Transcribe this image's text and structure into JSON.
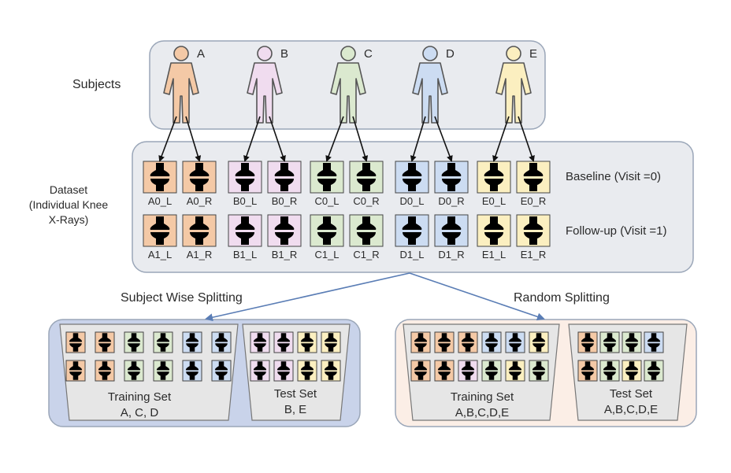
{
  "colors": {
    "A": "#f4c9a6",
    "B": "#f0dcef",
    "C": "#dbe9cf",
    "D": "#ccdcf2",
    "E": "#fbefc0",
    "panel_fill": "#e9ebef",
    "panel_stroke": "#9aa6b8",
    "subject_split_bg": "#c9d3ea",
    "random_split_bg": "#fbeee6",
    "arrow": "#5a7db5",
    "bone": "#000000"
  },
  "labels": {
    "subjects": "Subjects",
    "dataset": "Dataset\n(Individual Knee\nX-Rays)",
    "baseline": "Baseline (Visit =0)",
    "followup": "Follow-up (Visit =1)",
    "subject_split": "Subject Wise Splitting",
    "random_split": "Random Splitting",
    "sw_train": "Training Set",
    "sw_train_sub": "A, C, D",
    "sw_test": "Test Set",
    "sw_test_sub": "B, E",
    "rs_train": "Training Set",
    "rs_train_sub": "A,B,C,D,E",
    "rs_test": "Test Set",
    "rs_test_sub": "A,B,C,D,E"
  },
  "subjects": [
    "A",
    "B",
    "C",
    "D",
    "E"
  ],
  "baseline_images": [
    "A0_L",
    "A0_R",
    "B0_L",
    "B0_R",
    "C0_L",
    "C0_R",
    "D0_L",
    "D0_R",
    "E0_L",
    "E0_R"
  ],
  "followup_images": [
    "A1_L",
    "A1_R",
    "B1_L",
    "B1_R",
    "C1_L",
    "C1_R",
    "D1_L",
    "D1_R",
    "E1_L",
    "E1_R"
  ],
  "subject_split_train_rows": [
    [
      "A",
      "A",
      "C",
      "C",
      "D",
      "D"
    ],
    [
      "A",
      "A",
      "C",
      "C",
      "D",
      "D"
    ]
  ],
  "subject_split_test_rows": [
    [
      "B",
      "B",
      "E",
      "E"
    ],
    [
      "B",
      "B",
      "E",
      "E"
    ]
  ],
  "random_split_train_rows": [
    [
      "A",
      "A",
      "A",
      "D",
      "D",
      "E"
    ],
    [
      "A",
      "A",
      "B",
      "C",
      "E",
      "C"
    ]
  ],
  "random_split_test_rows": [
    [
      "A",
      "C",
      "C",
      "D"
    ],
    [
      "A",
      "C",
      "E",
      "C"
    ]
  ]
}
